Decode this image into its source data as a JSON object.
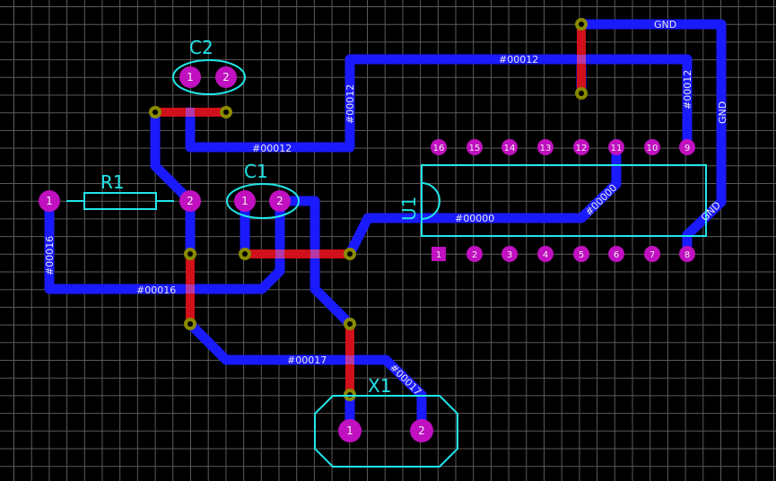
{
  "colors": {
    "background": "#000000",
    "grid": "#5a5a5a",
    "bottom_trace": "#1a1aff",
    "top_trace": "#d0101a",
    "silkscreen": "#22e5e8",
    "pad": "#c010c0",
    "via_ring": "#8a8a00",
    "net_label": "#e8e8e8"
  },
  "components": {
    "c2": {
      "ref": "C2",
      "pin1": "1",
      "pin2": "2"
    },
    "c1": {
      "ref": "C1",
      "pin1": "1",
      "pin2": "2"
    },
    "r1": {
      "ref": "R1",
      "pin1": "1",
      "pin2": "2"
    },
    "x1": {
      "ref": "X1",
      "pin1": "1",
      "pin2": "2"
    },
    "u1": {
      "ref": "U1",
      "top_pins": [
        "16",
        "15",
        "14",
        "13",
        "12",
        "11",
        "10",
        "9"
      ],
      "bottom_pins": [
        "1",
        "2",
        "3",
        "4",
        "5",
        "6",
        "7",
        "8"
      ]
    }
  },
  "nets": {
    "n00012_top": "#00012",
    "n00012_left": "#00012",
    "n00012_mid": "#00012",
    "n00012_right": "#00012",
    "gnd_top": "GND",
    "gnd_right": "GND",
    "gnd_low": "GND",
    "n00000_horiz": "#00000",
    "n00000_diag": "#00000",
    "n00016_vert": "#00016",
    "n00016_horiz": "#00016",
    "n00017_horiz": "#00017",
    "n00017_diag": "#00017"
  }
}
